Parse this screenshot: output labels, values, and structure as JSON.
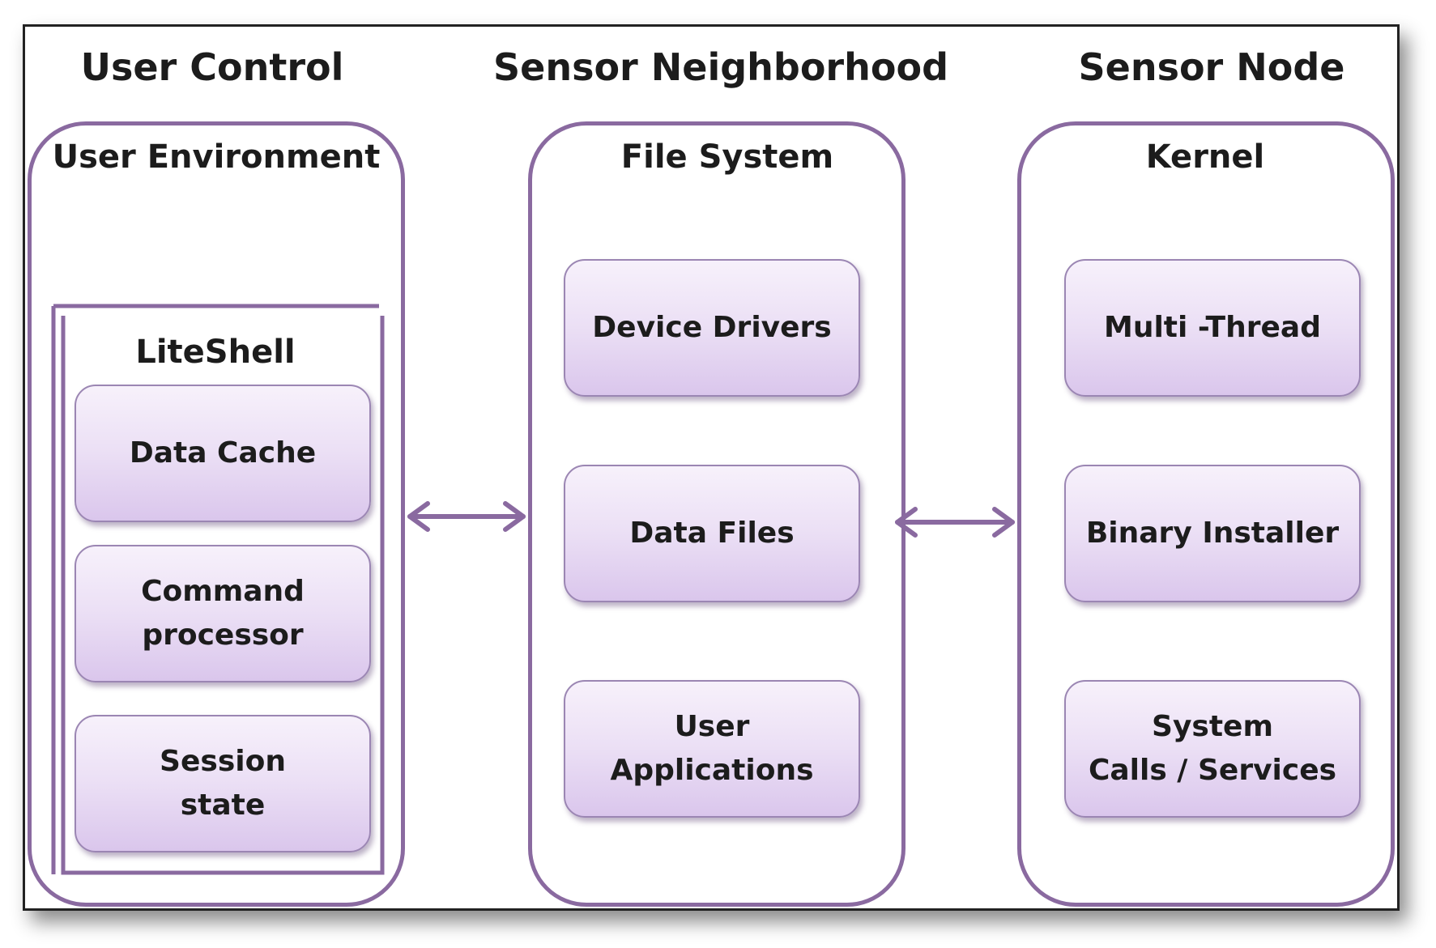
{
  "columns": {
    "user_control": {
      "title": "User Control",
      "panel_title": "User\nEnvironment",
      "shell_title": "LiteShell",
      "boxes": [
        "Data Cache",
        "Command\nprocessor",
        "Session\nstate"
      ]
    },
    "sensor_neighborhood": {
      "title": "Sensor Neighborhood",
      "panel_title": "File System",
      "boxes": [
        "Device Drivers",
        "Data Files",
        "User\nApplications"
      ]
    },
    "sensor_node": {
      "title": "Sensor Node",
      "panel_title": "Kernel",
      "boxes": [
        "Multi -Thread",
        "Binary Installer",
        "System\nCalls / Services"
      ]
    }
  },
  "colors": {
    "panel_border": "#8a6aa0",
    "arrow": "#8a6aa0",
    "box_fill_top": "#f7f1fb",
    "box_fill_bottom": "#dac6ec",
    "box_border": "#9b86b3"
  },
  "connectors": [
    {
      "from": "user_control",
      "to": "sensor_neighborhood",
      "type": "bidirectional-arrow"
    },
    {
      "from": "sensor_neighborhood",
      "to": "sensor_node",
      "type": "bidirectional-arrow"
    }
  ]
}
